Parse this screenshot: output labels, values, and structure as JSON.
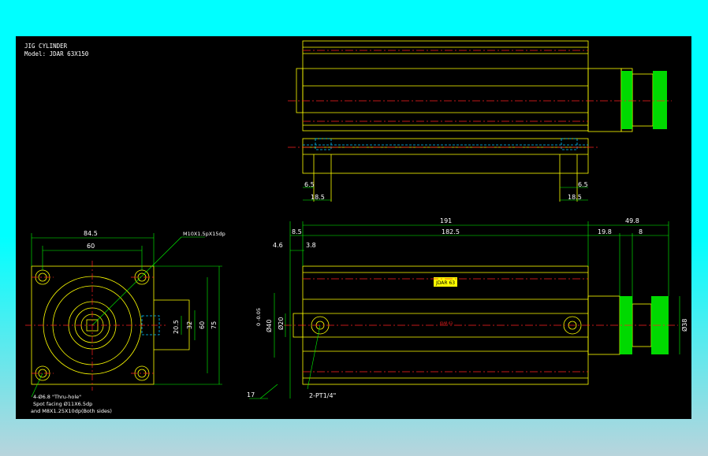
{
  "title": "JIG CYLINDER",
  "model": "Model: JDAR 63X150",
  "colors": {
    "outline": "#ffff00",
    "center": "#ff2020",
    "hidden": "#00c8ff",
    "dimension": "#00ff00",
    "knurl": "#00ff00",
    "text": "#ffffff",
    "frame_top": "#00ffff",
    "frame_bottom": "#b8d4dc"
  },
  "top_view": {
    "dims": {
      "left_a": "6.5",
      "left_b": "18.5",
      "right_a": "6.5",
      "right_b": "18.5"
    }
  },
  "front_view": {
    "dims": {
      "width": "84.5",
      "inner": "60",
      "height_a": "20.5",
      "height_b": "32",
      "height_c": "60",
      "height_d": "75"
    },
    "callout_thread": "M10X1.5pX15dp",
    "note_1": "4-Ø6.8 \"Thru-hole\"",
    "note_2": "Spot facing Ø11X6.5dp",
    "note_3": "and M8X1.25X10dp(Both sides)"
  },
  "side_view": {
    "dims": {
      "overall": "191",
      "body": "182.5",
      "ext": "49.8",
      "left": "8.5",
      "a": "4.6",
      "b": "3.8",
      "r1": "19.8",
      "r2": "8",
      "bore": "Ø40",
      "bore_tol": "0\n-0.05",
      "rod": "Ø20",
      "knob": "Ø38",
      "bottom": "17"
    },
    "port_label": "2-PT1/4\"",
    "nameplate": "JDAR 63",
    "center_mark": "JDAR 63"
  }
}
